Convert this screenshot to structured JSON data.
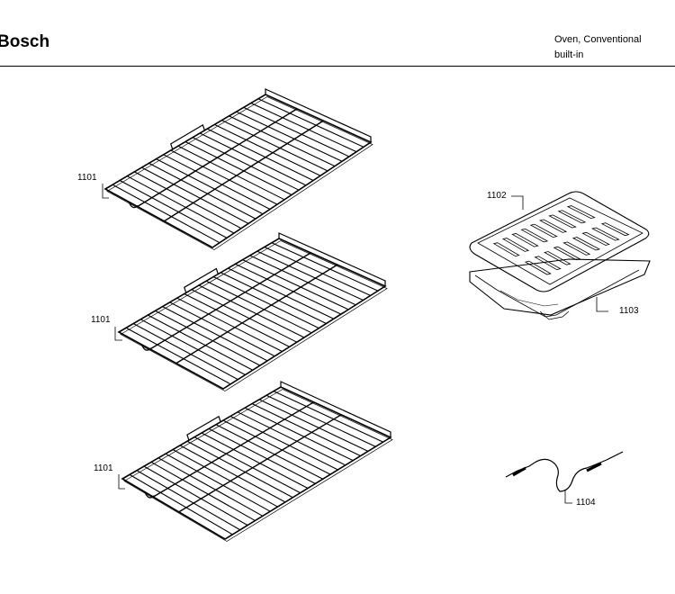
{
  "header": {
    "brand": "Bosch",
    "category_line1": "Oven, Conventional",
    "category_line2": "built-in"
  },
  "parts": [
    {
      "label": "1101",
      "part": "rack-top"
    },
    {
      "label": "1101",
      "part": "rack-middle"
    },
    {
      "label": "1101",
      "part": "rack-bottom"
    },
    {
      "label": "1102",
      "part": "broil-pan-grid"
    },
    {
      "label": "1103",
      "part": "broil-pan"
    },
    {
      "label": "1104",
      "part": "meat-probe"
    }
  ]
}
